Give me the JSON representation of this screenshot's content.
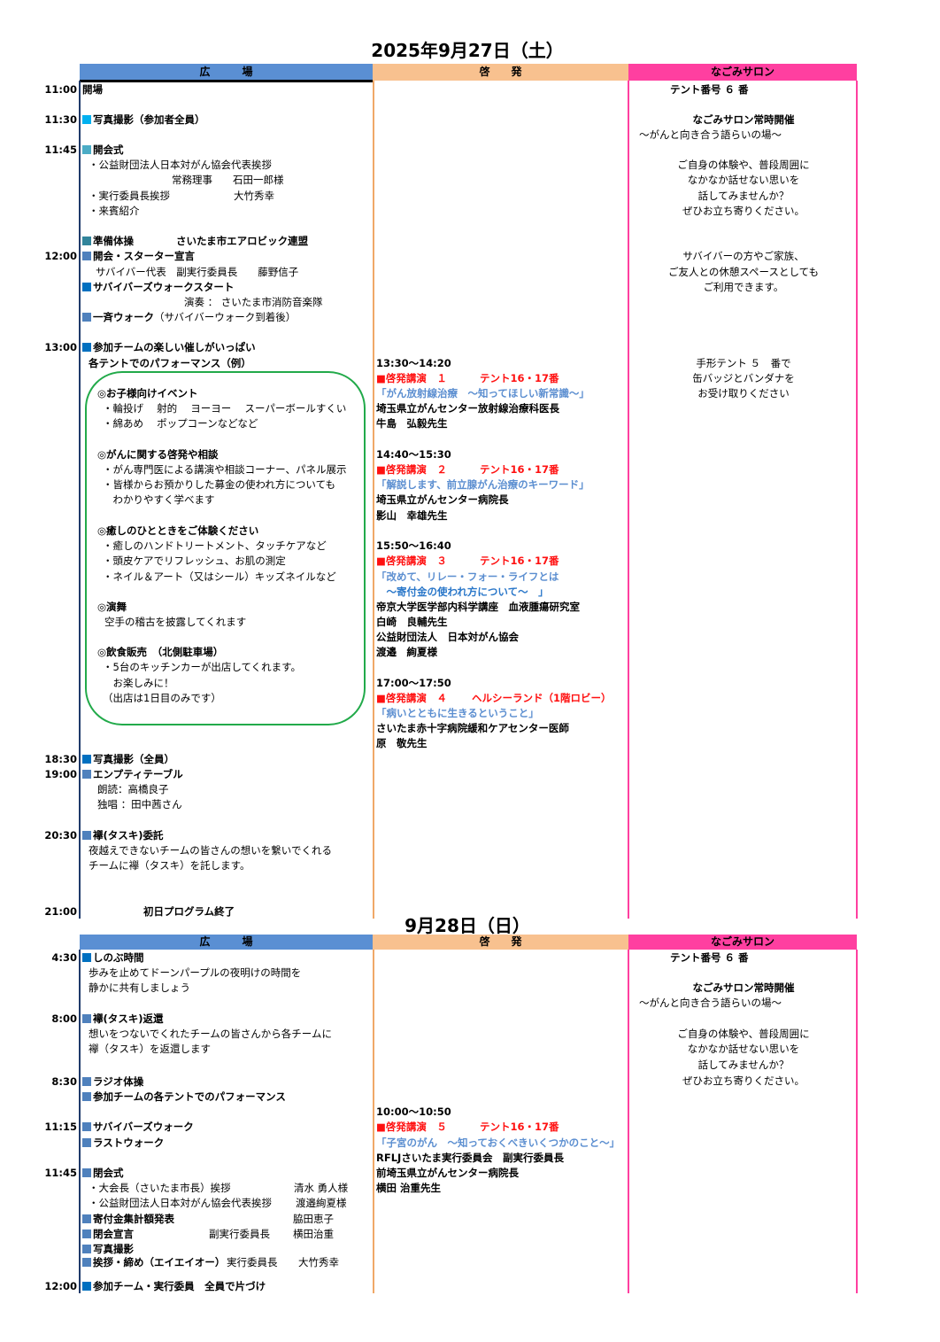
{
  "colors": {
    "plaza": "#5a8fd3",
    "awareness": "#f8c18f",
    "salon": "#ff3fa0",
    "lecture_red": "#ff1010",
    "lecture_blue": "#5b8ed0",
    "box_green": "#22aa4a"
  },
  "headers": {
    "plaza": "広　　　場",
    "awareness": "啓　　発",
    "salon": "なごみサロン"
  },
  "day1": {
    "title": "2025年9月27日（土）",
    "times": [
      "11:00",
      "11:30",
      "11:45",
      "12:00",
      "13:00",
      "18:30",
      "19:00",
      "20:30",
      "21:00"
    ],
    "plaza": {
      "open": "開場",
      "photo": "写真撮影（参加者全員）",
      "ceremony": "開会式",
      "greet1": "・公益財団法人日本対がん協会代表挨拶",
      "greet1_name": "常務理事　　石田一郎様",
      "greet2": "・実行委員長挨拶",
      "greet2_name": "大竹秀幸",
      "guests": "・来賓紹介",
      "warmup": "準備体操",
      "warmup_by": "さいたま市エアロビック連盟",
      "starter": "開会・スターター宣言",
      "starter_by": "サバイバー代表　副実行委員長　　藤野信子",
      "survivors_walk": "サバイバーズウォークスタート",
      "band": "演奏 ： さいたま市消防音楽隊",
      "all_walk": "一斉ウォーク",
      "all_walk_note": "（サバイバーウォーク到着後）",
      "events": "参加チームの楽しい催しがいっぱい",
      "events_sub": "各テントでのパフォーマンス（例）",
      "box": [
        {
          "h": "◎お子様向けイベント",
          "lines": [
            "・輪投げ　 射的　 ヨーヨー　 スーパーボールすくい",
            "・綿あめ　 ポップコーンなどなど"
          ]
        },
        {
          "h": "◎がんに関する啓発や相談",
          "lines": [
            "・がん専門医による講演や相談コーナー、パネル展示",
            "・皆様からお預かりした募金の使われ方についても",
            "　わかりやすく学べます"
          ]
        },
        {
          "h": "◎癒しのひとときをご体験ください",
          "lines": [
            "・癒しのハンドトリートメント、タッチケアなど",
            "・頭皮ケアでリフレッシュ、お肌の測定",
            "・ネイル＆アート（又はシール）キッズネイルなど"
          ]
        },
        {
          "h": "◎演舞",
          "lines": [
            "空手の稽古を披露してくれます"
          ]
        },
        {
          "h": "◎飲食販売　（北側駐車場）",
          "lines": [
            "・5台のキッチンカーが出店してくれます。",
            "　お楽しみに！",
            "（出店は1日目のみです）"
          ]
        }
      ],
      "photo2": "写真撮影（全員）",
      "empty_table": "エンプティテーブル",
      "reading": "朗読：高橋良子",
      "solo": "独唱 ：田中茜さん",
      "sash": "襷(タスキ)委託",
      "sash_l1": "夜越えできないチームの皆さんの想いを繋いでくれる",
      "sash_l2": "チームに襷（タスキ）を託します。",
      "end": "初日プログラム終了"
    },
    "awareness": [
      {
        "time": "13:30～14:20",
        "label": "■啓発講演　１",
        "place": "テント16・17番",
        "topic": "「がん放射線治療　～知ってほしい新常識～」",
        "affil": "埼玉県立がんセンター放射線治療科医長",
        "name": "牛島　弘毅先生"
      },
      {
        "time": "14:40～15:30",
        "label": "■啓発講演　２",
        "place": "テント16・17番",
        "topic": "「解説します、前立腺がん治療のキーワード」",
        "affil": "埼玉県立がんセンター病院長",
        "name": "影山　幸雄先生"
      },
      {
        "time": "15:50～16:40",
        "label": "■啓発講演　３",
        "place": "テント16・17番",
        "topic": "「改めて、リレー・フォー・ライフとは",
        "topic2": "　～寄付金の使われ方について～　」",
        "affil": "帝京大学医学部内科学講座　血液腫瘍研究室",
        "name": "白崎　良輔先生",
        "affil2": "公益財団法人　日本対がん協会",
        "name2": "渡邉　絢夏様"
      },
      {
        "time": "17:00～17:50",
        "label": "■啓発講演　４",
        "place": "ヘルシーランド（1階ロビー）",
        "topic": "「病いとともに生きるということ」",
        "affil": "さいたま赤十字病院緩和ケアセンター医師",
        "name": "原　敬先生"
      }
    ],
    "salon": {
      "tent": "テント番号 ６ 番",
      "open": "なごみサロン常時開催",
      "sub": "～がんと向き合う語らいの場～",
      "p1": [
        "ご自身の体験や、普段周囲に",
        "なかなか話せない思いを",
        "話してみませんか？",
        "ぜひお立ち寄りください。"
      ],
      "p2": [
        "サバイバーの方やご家族、",
        "ご友人との休憩スペースとしても",
        "ご利用できます。"
      ],
      "p3": [
        "手形テント ５　番で",
        "缶バッジとバンダナを",
        "お受け取りください"
      ]
    }
  },
  "day2": {
    "title": "9月28日（日）",
    "times": [
      "4:30",
      "8:00",
      "8:30",
      "11:15",
      "11:45",
      "12:00"
    ],
    "plaza": {
      "shinobu": "しのぶ時間",
      "shinobu_l1": "歩みを止めてドーンパープルの夜明けの時間を",
      "shinobu_l2": "静かに共有しましょう",
      "sash": "襷(タスキ)返還",
      "sash_l1": "想いをつないでくれたチームの皆さんから各チームに",
      "sash_l2": "襷（タスキ）を返還します",
      "radio": "ラジオ体操",
      "perf": "参加チームの各テントでのパフォーマンス",
      "surv": "サバイバーズウォーク",
      "last": "ラストウォーク",
      "closing": "閉会式",
      "c1": "・大会長（さいたま市長）挨拶",
      "c1_name": "清水 勇人様",
      "c2": "・公益財団法人日本対がん協会代表挨拶",
      "c2_name": "渡邉絢夏様",
      "donation": "寄付金集計額発表",
      "donation_name": "脇田恵子",
      "close_decl": "閉会宣言",
      "close_role": "副実行委員長",
      "close_name": "横田治重",
      "photo": "写真撮影",
      "greet": "挨拶・締め（エイエイオー）",
      "greet_role": "実行委員長",
      "greet_name": "大竹秀幸",
      "cleanup": "参加チーム・実行委員　全員で片づけ"
    },
    "awareness": {
      "time": "10:00～10:50",
      "label": "■啓発講演　５",
      "place": "テント16・17番",
      "topic": "「子宮のがん　～知っておくべきいくつかのこと～」",
      "affil": "RFLJさいたま実行委員会　副実行委員長",
      "affil2": "前埼玉県立がんセンター病院長",
      "name": "横田 治重先生"
    },
    "salon": {
      "tent": "テント番号 ６ 番",
      "open": "なごみサロン常時開催",
      "sub": "～がんと向き合う語らいの場～",
      "p1": [
        "ご自身の体験や、普段周囲に",
        "なかなか話せない思いを",
        "話してみませんか？",
        "ぜひお立ち寄りください。"
      ]
    }
  }
}
